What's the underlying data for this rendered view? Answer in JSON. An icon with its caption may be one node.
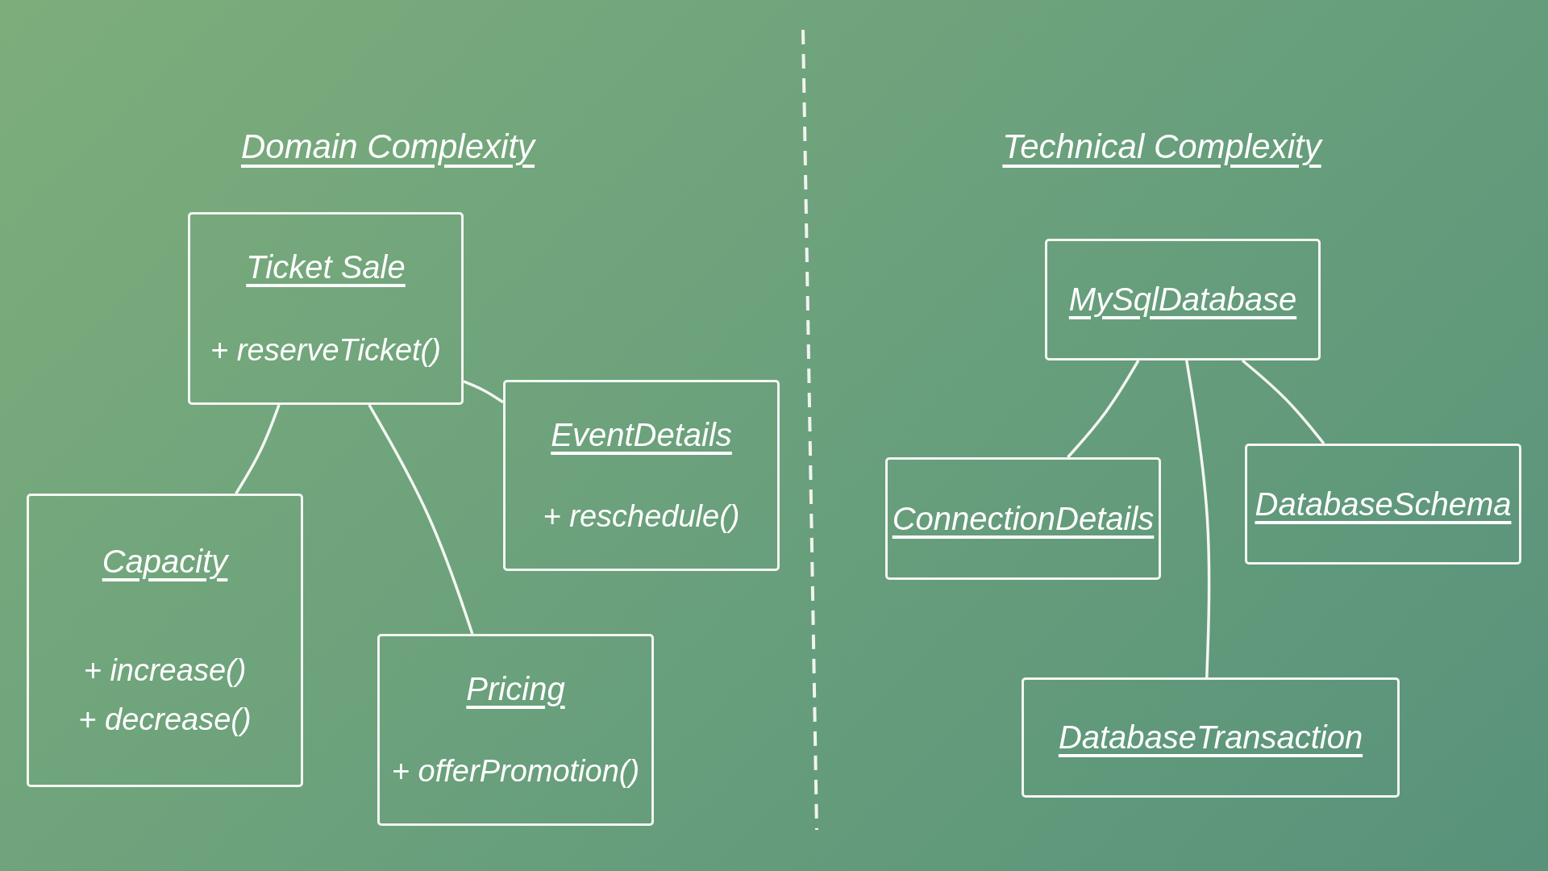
{
  "diagram": {
    "nodes": [
      {
        "text": [
          "Ticket Sale",
          "+ reserveTicket()"
        ]
      },
      {
        "text": [
          "EventDetails",
          "+ reschedule()"
        ]
      },
      {
        "text": [
          "Capacity",
          "+ increase()",
          "+ decrease()"
        ]
      },
      {
        "text": [
          "Pricing",
          "+ offerPromotion()"
        ]
      },
      {
        "text": [
          "MySqlDatabase"
        ]
      },
      {
        "text": [
          "ConnectionDetails"
        ]
      },
      {
        "text": [
          "DatabaseSchema"
        ]
      },
      {
        "text": [
          "DatabaseTransaction"
        ]
      }
    ],
    "edges": [
      {
        "from": 0,
        "to": 2,
        "arrow": "none"
      },
      {
        "from": 0,
        "to": 3,
        "arrow": "none"
      },
      {
        "from": 0,
        "to": 1,
        "arrow": "none"
      },
      {
        "from": 4,
        "to": 5,
        "arrow": "none"
      },
      {
        "from": 4,
        "to": 7,
        "arrow": "none"
      },
      {
        "from": 4,
        "to": 6,
        "arrow": "none"
      }
    ],
    "labels": [
      "Domain Complexity",
      "Technical Complexity"
    ]
  }
}
